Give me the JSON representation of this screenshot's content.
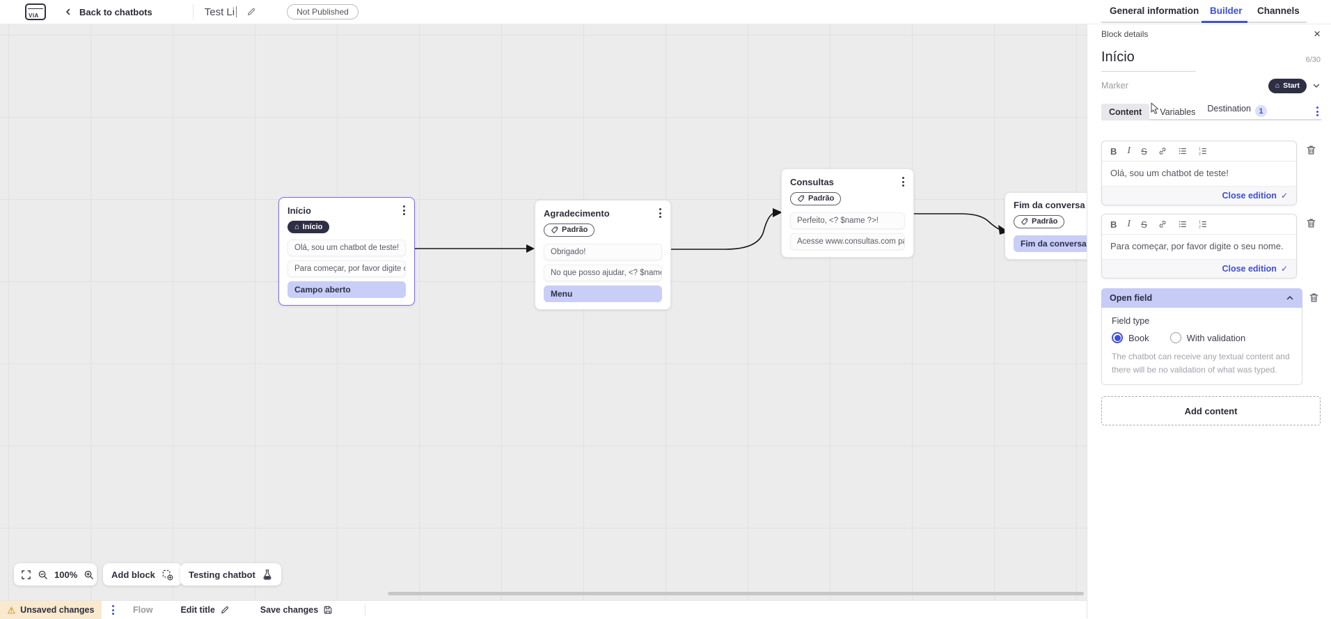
{
  "topbar": {
    "back_label": "Back to chatbots",
    "doc_title": "Test Li",
    "status_badge": "Not Published",
    "tabs": {
      "general": "General information",
      "builder": "Builder",
      "channels": "Channels"
    }
  },
  "panel": {
    "header": "Block details",
    "title": "Início",
    "counter": "6/30",
    "marker_label": "Marker",
    "marker_value": "Start",
    "tabs": {
      "content": "Content",
      "variables": "Variables",
      "destination": "Destination",
      "destination_badge": "1"
    },
    "editor1": {
      "text": "Olá, sou um chatbot de teste!",
      "close_label": "Close edition"
    },
    "editor2": {
      "text": "Para começar, por favor digite o seu nome.",
      "close_label": "Close edition"
    },
    "open_field": {
      "title": "Open field",
      "field_type_label": "Field type",
      "option1": "Book",
      "option1_selected": true,
      "option2": "With validation",
      "option2_selected": false,
      "description": "The chatbot can receive any textual content and there will be no validation of what was typed."
    },
    "add_content_label": "Add content"
  },
  "canvas": {
    "blocks": [
      {
        "title": "Início",
        "badge": "Início",
        "selected": true,
        "rows": [
          "Olá, sou um chatbot de teste!",
          "Para começar, por favor digite o ...",
          "Campo aberto"
        ]
      },
      {
        "title": "Agradecimento",
        "badge": "Padrão",
        "rows": [
          "Obrigado!",
          "No que posso ajudar, <? $name ...",
          "Menu"
        ]
      },
      {
        "title": "Consultas",
        "badge": "Padrão",
        "rows": [
          "Perfeito, <? $name ?>!",
          "Acesse www.consultas.com par..."
        ]
      },
      {
        "title": "Fim da conversa",
        "badge": "Padrão",
        "rows": [
          "Fim da conversa"
        ]
      }
    ],
    "zoom_level": "100%",
    "add_block_label": "Add block",
    "testing_label": "Testing chatbot"
  },
  "statusbar": {
    "unsaved": "Unsaved changes",
    "flow": "Flow",
    "edit_title": "Edit title",
    "save": "Save changes"
  },
  "icons": {
    "home": "⌂",
    "warning": "⚠",
    "check": "✓",
    "close": "×",
    "bold": "B",
    "italic": "I",
    "strike": "S"
  },
  "colors": {
    "accent": "#3d4fdb",
    "dark_pill": "#2e2e45",
    "lavender": "#c8cef7",
    "selected_border": "#7a6bee",
    "warning": "#e2a33c"
  }
}
